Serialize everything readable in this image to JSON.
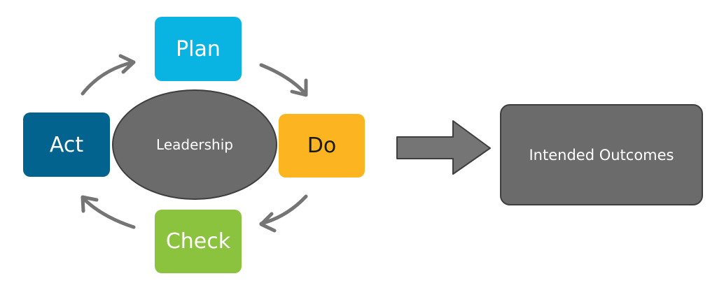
{
  "diagram": {
    "nodes": {
      "plan": {
        "label": "Plan",
        "color": "#0ab4e2"
      },
      "do": {
        "label": "Do",
        "color": "#fcb521"
      },
      "check": {
        "label": "Check",
        "color": "#8bc33f"
      },
      "act": {
        "label": "Act",
        "color": "#02638f"
      },
      "center": {
        "label": "Leadership",
        "color": "#6b6b6b"
      },
      "outcome": {
        "label": "Intended Outcomes",
        "color": "#6b6b6b"
      }
    },
    "edges": [
      {
        "from": "act",
        "to": "plan"
      },
      {
        "from": "plan",
        "to": "do"
      },
      {
        "from": "do",
        "to": "check"
      },
      {
        "from": "check",
        "to": "act"
      },
      {
        "from": "cycle",
        "to": "outcome"
      }
    ],
    "arrow_color": "#757575"
  }
}
